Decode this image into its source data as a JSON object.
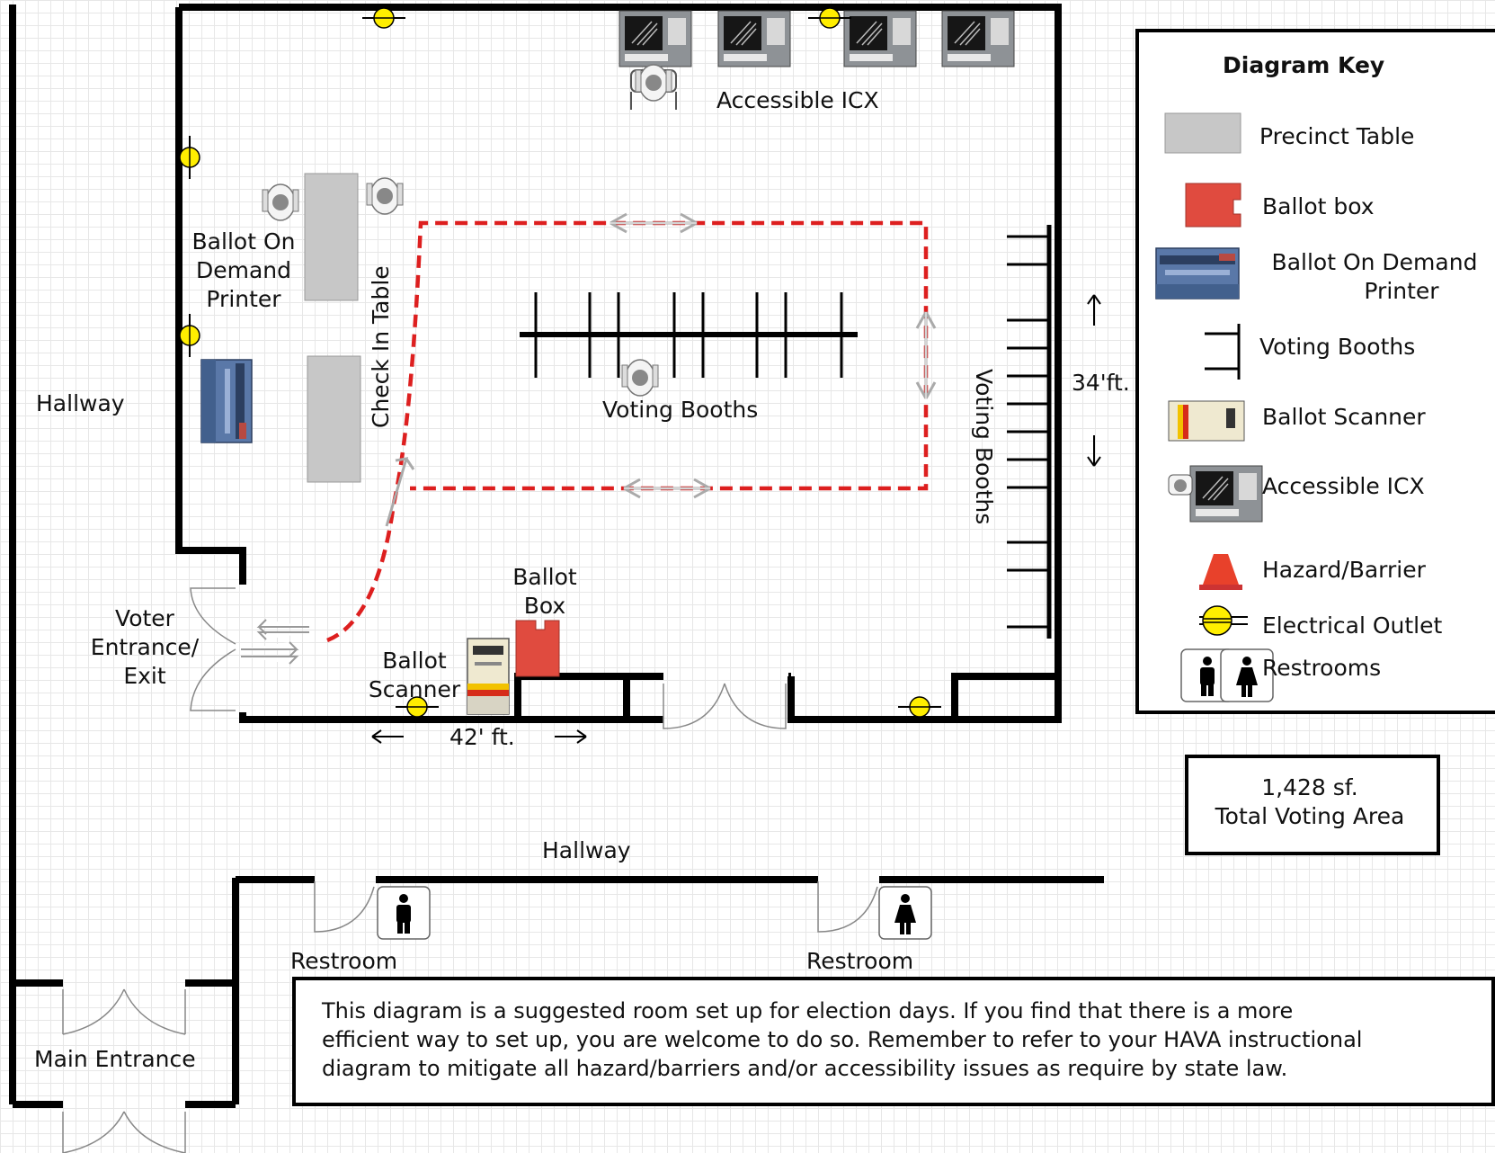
{
  "rooms": {
    "hallway_left": "Hallway",
    "hallway_bottom": "Hallway",
    "main_entrance": "Main Entrance",
    "restroom_men": "Restroom",
    "restroom_women": "Restroom"
  },
  "labels": {
    "accessible_icx": "Accessible ICX",
    "ballot_on_demand_printer": [
      "Ballot On",
      "Demand",
      "Printer"
    ],
    "check_in_table": "Check In Table",
    "voting_booths_center": "Voting Booths",
    "voting_booths_right": "Voting Booths",
    "voter_entrance": [
      "Voter",
      "Entrance/",
      "Exit"
    ],
    "ballot_box": [
      "Ballot",
      "Box"
    ],
    "ballot_scanner": [
      "Ballot",
      "Scanner"
    ],
    "width_dim": "42' ft.",
    "height_dim": "34'ft."
  },
  "key": {
    "title": "Diagram Key",
    "items": {
      "precinct_table": "Precinct Table",
      "ballot_box": "Ballot box",
      "bod_printer": [
        "Ballot On Demand",
        "Printer"
      ],
      "voting_booths": "Voting Booths",
      "ballot_scanner": "Ballot Scanner",
      "accessible_icx": "Accessible ICX",
      "hazard_barrier": "Hazard/Barrier",
      "electrical_outlet": "Electrical Outlet",
      "restrooms": "Restrooms"
    }
  },
  "area": {
    "value": "1,428 sf.",
    "label": "Total Voting Area"
  },
  "note": [
    "This diagram is a suggested room set up for election days. If you find that there is a more",
    "efficient way to set up, you are welcome to do so. Remember to refer to your HAVA instructional",
    "diagram to mitigate all hazard/barriers and/or accessibility issues as require by state law."
  ],
  "colors": {
    "path": "#dd1f1f",
    "ballot_box": "#e04b3f",
    "table": "#c7c7c7",
    "printer": "#4f6b98",
    "outlet": "#ffee00",
    "cone": "#e8412b"
  },
  "icons": [
    "outlet-icon",
    "ballot-box-icon",
    "bod-printer-icon",
    "ballot-scanner-icon",
    "accessible-icx-icon",
    "hazard-cone-icon",
    "restroom-men-icon",
    "restroom-women-icon",
    "person-icon"
  ]
}
